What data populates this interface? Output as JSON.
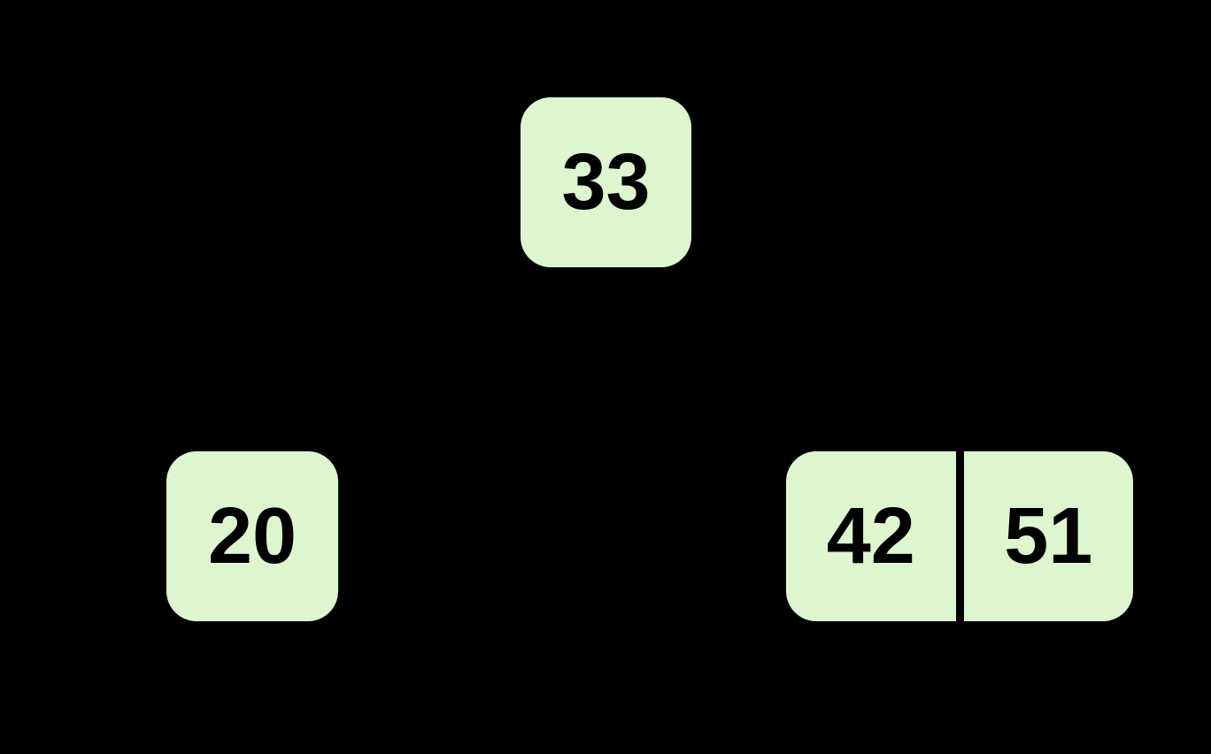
{
  "colors": {
    "background": "#000000",
    "node_fill": "#ddf6d0",
    "node_text": "#000000",
    "key_divider": "#000000"
  },
  "tree": {
    "type": "b-tree",
    "nodes": [
      {
        "id": "root",
        "keys": [
          "33"
        ]
      },
      {
        "id": "left-child",
        "keys": [
          "20"
        ]
      },
      {
        "id": "right-child",
        "keys": [
          "42",
          "51"
        ]
      }
    ]
  }
}
